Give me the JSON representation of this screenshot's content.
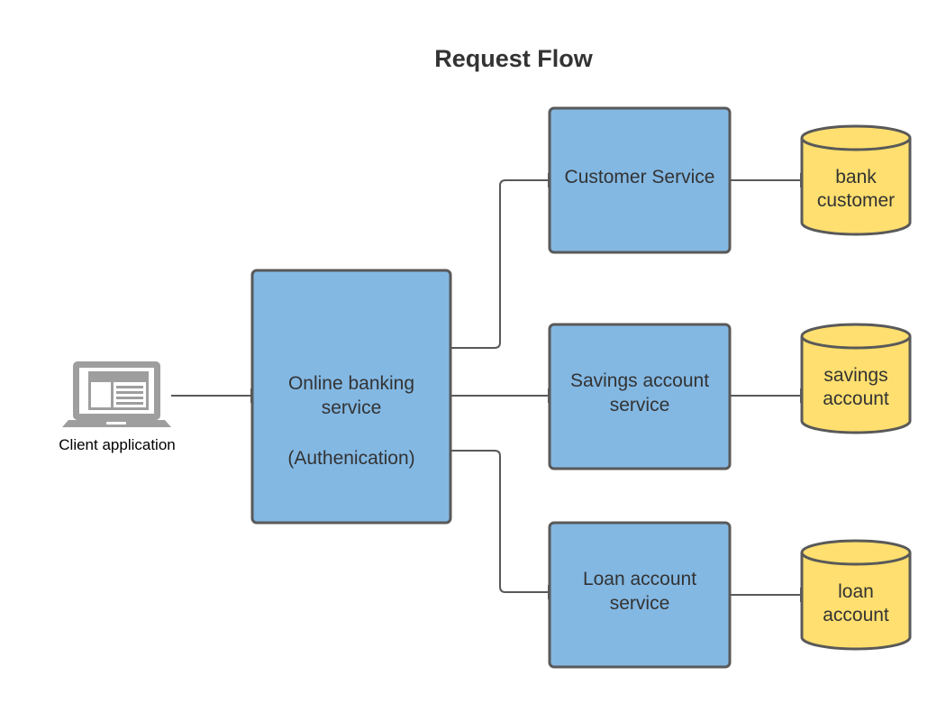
{
  "title": "Request Flow",
  "colors": {
    "service_fill": "#83b8e3",
    "service_stroke": "#595959",
    "db_fill": "#fedf6f",
    "connector": "#595959",
    "laptop": "#9e9e9e",
    "text": "#333333"
  },
  "client": {
    "label": "Client application",
    "icon": "laptop-icon"
  },
  "gateway": {
    "lines": [
      "Online banking",
      "service"
    ],
    "note": "(Authenication)"
  },
  "services": [
    {
      "id": "customer",
      "lines": [
        "Customer Service"
      ]
    },
    {
      "id": "savings",
      "lines": [
        "Savings account",
        "service"
      ]
    },
    {
      "id": "loan",
      "lines": [
        "Loan account",
        "service"
      ]
    }
  ],
  "databases": [
    {
      "id": "bank-customer",
      "lines": [
        "bank",
        "customer"
      ]
    },
    {
      "id": "savings-account",
      "lines": [
        "savings",
        "account"
      ]
    },
    {
      "id": "loan-account",
      "lines": [
        "loan",
        "account"
      ]
    }
  ]
}
